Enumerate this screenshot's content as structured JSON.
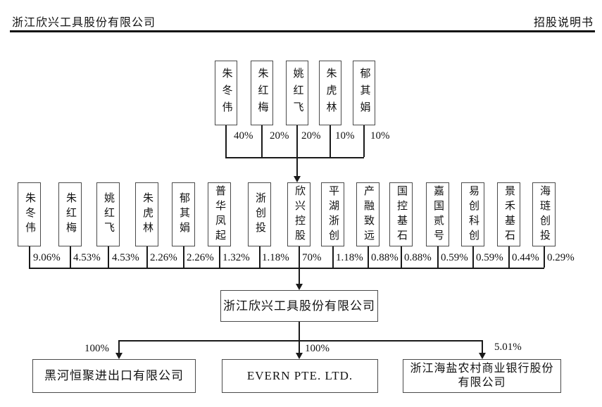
{
  "header": {
    "company": "浙江欣兴工具股份有限公司",
    "doc_title": "招股说明书"
  },
  "top_shareholders": [
    {
      "name": "朱冬伟",
      "pct": "40%"
    },
    {
      "name": "朱红梅",
      "pct": "20%"
    },
    {
      "name": "姚红飞",
      "pct": "20%"
    },
    {
      "name": "朱虎林",
      "pct": "10%"
    },
    {
      "name": "郁其娟",
      "pct": "10%"
    }
  ],
  "mid_shareholders": [
    {
      "name": "朱冬伟",
      "pct": "9.06%"
    },
    {
      "name": "朱红梅",
      "pct": "4.53%"
    },
    {
      "name": "姚红飞",
      "pct": "4.53%"
    },
    {
      "name": "朱虎林",
      "pct": "2.26%"
    },
    {
      "name": "郁其娟",
      "pct": "2.26%"
    },
    {
      "name": "普华凤起",
      "pct": "1.32%"
    },
    {
      "name": "浙创投",
      "pct": "1.18%"
    },
    {
      "name": "欣兴控股",
      "pct": "70%"
    },
    {
      "name": "平湖浙创",
      "pct": "1.18%"
    },
    {
      "name": "产融致远",
      "pct": "0.88%"
    },
    {
      "name": "国控基石",
      "pct": "0.88%"
    },
    {
      "name": "嘉国贰号",
      "pct": "0.59%"
    },
    {
      "name": "易创科创",
      "pct": "0.59%"
    },
    {
      "name": "景禾基石",
      "pct": "0.44%"
    },
    {
      "name": "海琏创投",
      "pct": "0.29%"
    }
  ],
  "company": {
    "name": "浙江欣兴工具股份有限公司"
  },
  "subsidiaries": [
    {
      "name": "黑河恒聚进出口有限公司",
      "pct": "100%"
    },
    {
      "name": "EVERN PTE. LTD.",
      "pct": "100%"
    },
    {
      "name": "浙江海盐农村商业银行股份有限公司",
      "pct": "5.01%"
    }
  ],
  "colors": {
    "line": "#1a1a1a",
    "box_border": "#4a4a4a",
    "text": "#111111",
    "background": "#ffffff"
  }
}
